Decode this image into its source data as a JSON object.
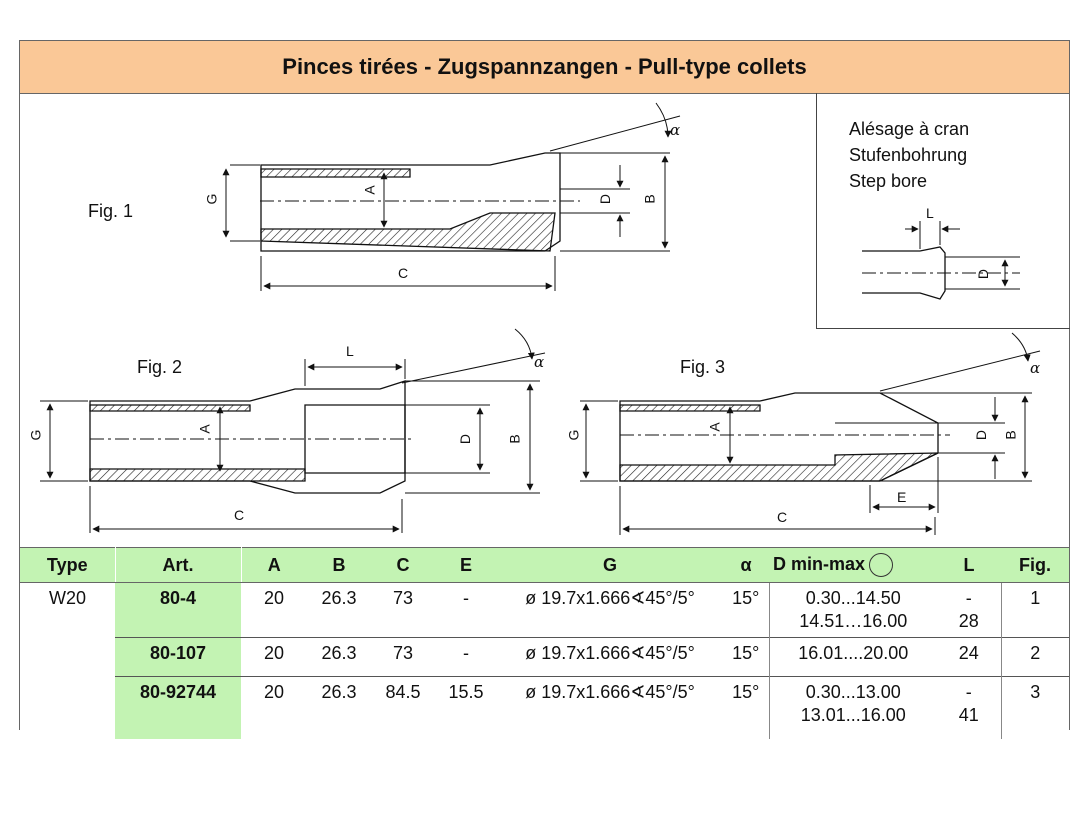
{
  "title": "Pinces tirées - Zugspannzangen - Pull-type collets",
  "inset": {
    "lines": [
      "Alésage à cran",
      "Stufenbohrung",
      "Step bore"
    ],
    "dim_L": "L",
    "dim_D": "D"
  },
  "figures": {
    "fig1": "Fig. 1",
    "fig2": "Fig. 2",
    "fig3": "Fig. 3"
  },
  "dims": {
    "G": "G",
    "A": "A",
    "D": "D",
    "B": "B",
    "C": "C",
    "L": "L",
    "E": "E",
    "alpha": "α"
  },
  "table": {
    "headers": [
      "Type",
      "Art.",
      "A",
      "B",
      "C",
      "E",
      "G",
      "α",
      "D min-max",
      "L",
      "Fig."
    ],
    "rows": [
      {
        "type": "W20",
        "art": "80-4",
        "a": "20",
        "b": "26.3",
        "c": "73",
        "e": "-",
        "g": "ø 19.7x1.666∢45°/5°",
        "alpha": "15°",
        "d1": "0.30...14.50",
        "d2": "14.51…16.00",
        "l1": "-",
        "l2": "28",
        "fig": "1"
      },
      {
        "type": "",
        "art": "80-107",
        "a": "20",
        "b": "26.3",
        "c": "73",
        "e": "-",
        "g": "ø 19.7x1.666∢45°/5°",
        "alpha": "15°",
        "d1": "16.01....20.00",
        "d2": "",
        "l1": "24",
        "l2": "",
        "fig": "2"
      },
      {
        "type": "",
        "art": "80-92744",
        "a": "20",
        "b": "26.3",
        "c": "84.5",
        "e": "15.5",
        "g": "ø 19.7x1.666∢45°/5°",
        "alpha": "15°",
        "d1": "0.30...13.00",
        "d2": "13.01...16.00",
        "l1": "-",
        "l2": "41",
        "fig": "3"
      }
    ]
  }
}
